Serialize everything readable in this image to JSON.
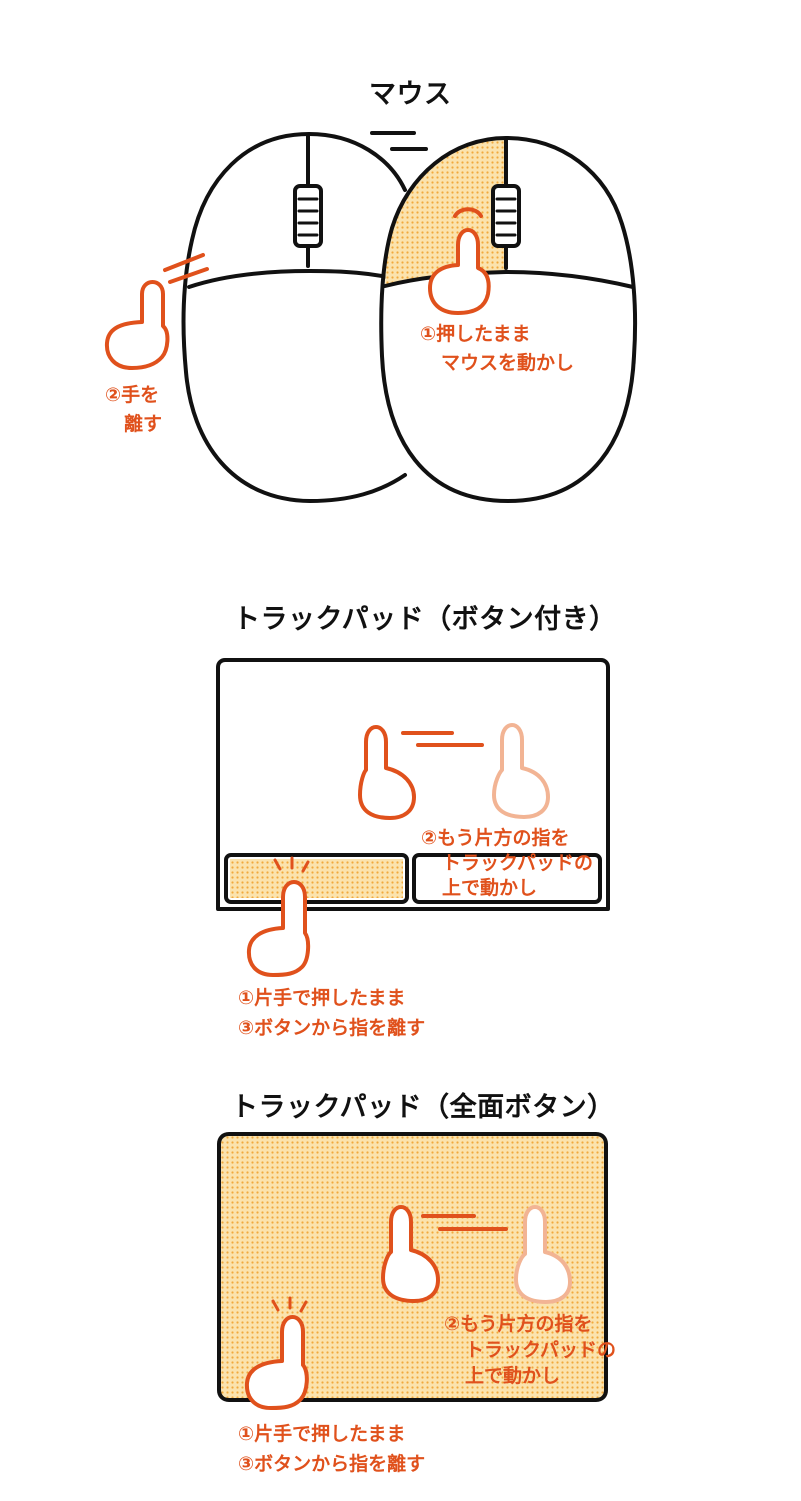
{
  "colors": {
    "ink": "#111111",
    "accent": "#e0511c",
    "accent_faded": "#f2b494",
    "fill": "#fbe3ae",
    "fill_dot": "#f1a93c"
  },
  "mouse_section": {
    "title": "マウス",
    "note_press": [
      "①押したまま",
      "マウスを動かし"
    ],
    "note_release": [
      "②手を",
      "離す"
    ]
  },
  "trackpad_buttons_section": {
    "title": "トラックパッド（ボタン付き）",
    "note_other_finger": [
      "②もう片方の指を",
      "トラックパッドの",
      "上で動かし"
    ],
    "note_press_release": [
      "①片手で押したまま",
      "③ボタンから指を離す"
    ]
  },
  "trackpad_full_section": {
    "title": "トラックパッド（全面ボタン）",
    "note_other_finger": [
      "②もう片方の指を",
      "トラックパッドの",
      "上で動かし"
    ],
    "note_press_release": [
      "①片手で押したまま",
      "③ボタンから指を離す"
    ]
  },
  "icons": [
    "mouse-illustration",
    "trackpad-with-buttons-illustration",
    "full-button-trackpad-illustration",
    "finger-icon"
  ]
}
